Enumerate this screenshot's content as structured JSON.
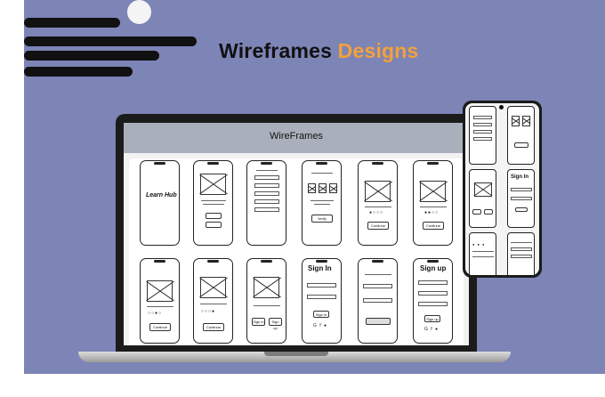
{
  "banner": {
    "title_main": "Wireframes",
    "title_accent": "Designs",
    "accent_color": "#f2a23a",
    "background_color": "#7d84b6"
  },
  "laptop": {
    "screen_title": "WireFrames",
    "screens": {
      "learn_hub": "Learn Hub",
      "sign_in": "Sign In",
      "sign_up": "Sign up",
      "continue": "Continue",
      "verify": "Verify",
      "sign_in_btn": "Sign in",
      "sign_up_btn": "Sign up"
    }
  },
  "mobile": {
    "sign_in": "Sign In"
  }
}
